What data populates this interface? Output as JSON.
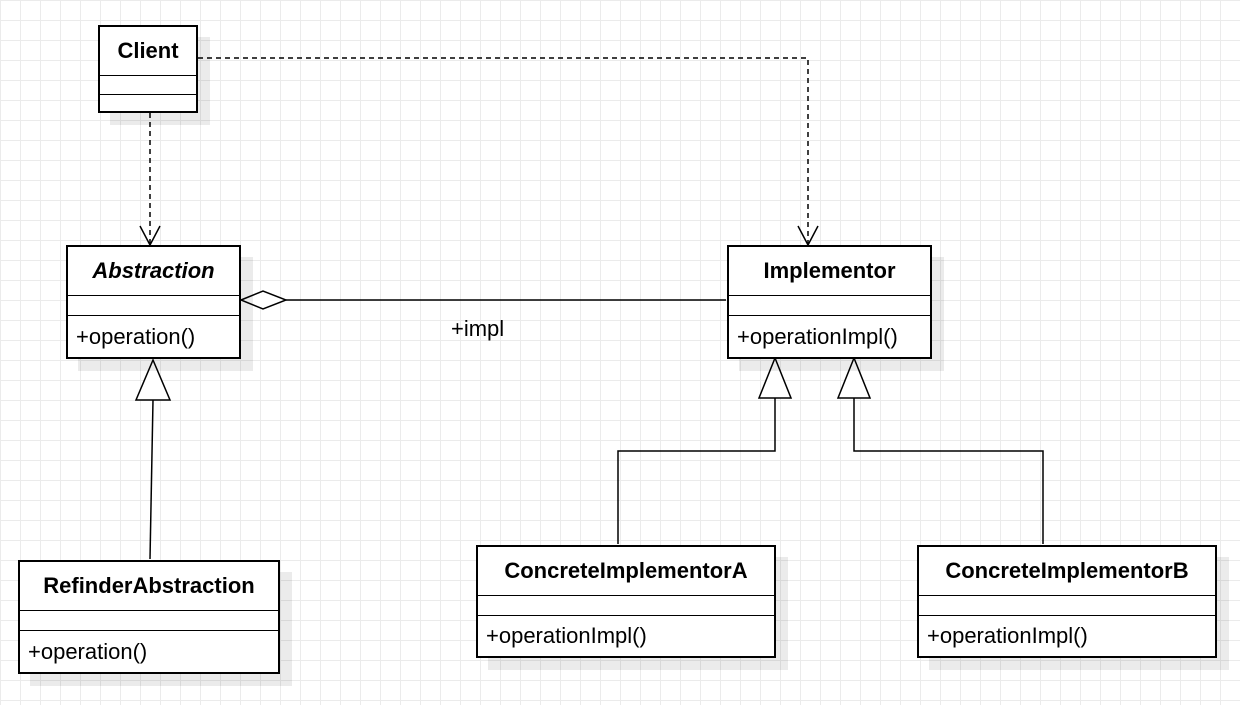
{
  "classes": {
    "client": {
      "name": "Client",
      "operations": ""
    },
    "abstraction": {
      "name": "Abstraction",
      "operations": "+operation()"
    },
    "implementor": {
      "name": "Implementor",
      "operations": "+operationImpl()"
    },
    "refined_abstraction": {
      "name": "RefinderAbstraction",
      "operations": "+operation()"
    },
    "concrete_implementor_a": {
      "name": "ConcreteImplementorA",
      "operations": "+operationImpl()"
    },
    "concrete_implementor_b": {
      "name": "ConcreteImplementorB",
      "operations": "+operationImpl()"
    }
  },
  "relations": {
    "impl_role": "+impl"
  },
  "colors": {
    "line": "#000000",
    "grid": "#ebebeb",
    "background": "#ffffff"
  }
}
